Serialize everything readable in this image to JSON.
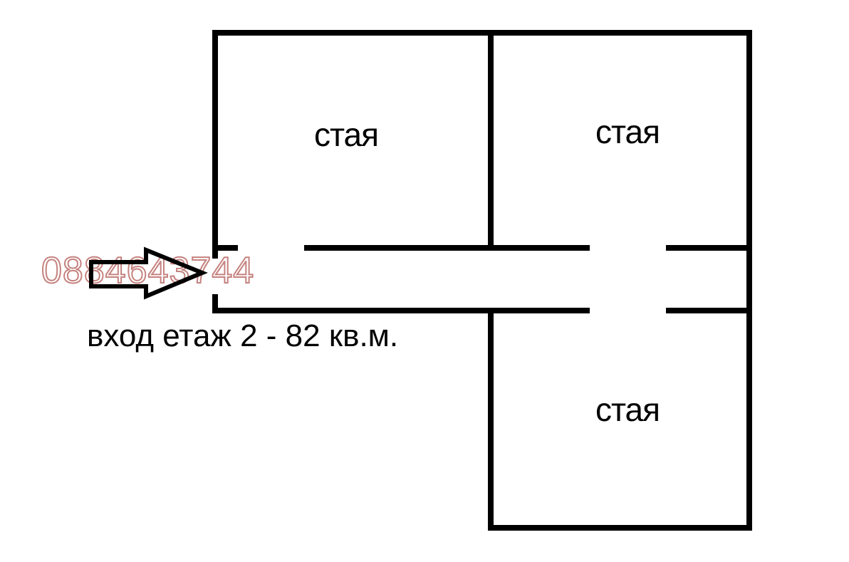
{
  "page": {
    "background_color": "#ffffff",
    "wall_color": "#000000",
    "text_color": "#000000"
  },
  "floorplan": {
    "rooms": [
      {
        "id": "room-top-left",
        "label": "стая"
      },
      {
        "id": "room-top-right",
        "label": "стая"
      },
      {
        "id": "room-bottom-right",
        "label": "стая"
      }
    ],
    "entrance": {
      "label": "вход етаж 2 - 82 кв.м.",
      "arrow_icon": "right-arrow-outline"
    },
    "watermark": {
      "text": "0884643744",
      "color": "#c5827f"
    }
  }
}
